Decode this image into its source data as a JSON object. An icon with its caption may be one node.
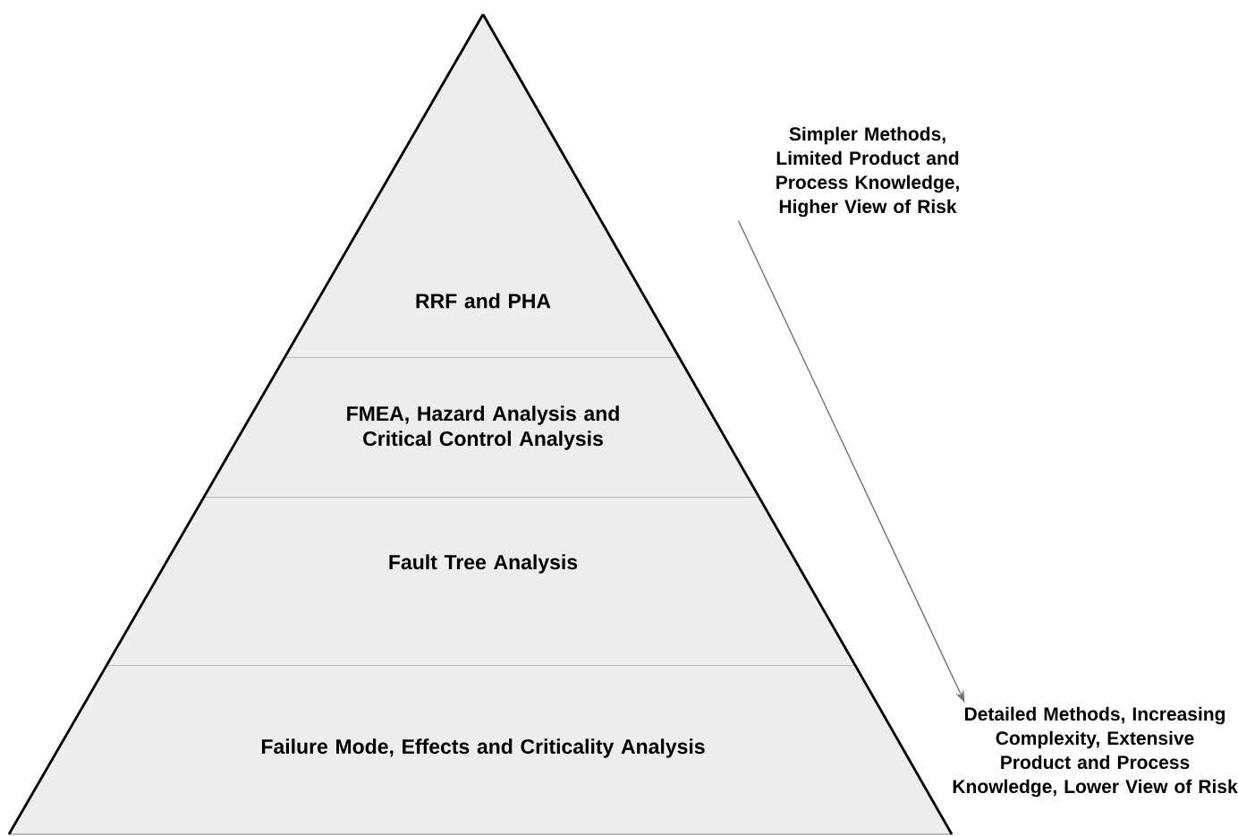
{
  "diagram": {
    "nodes": [
      {
        "text": [
          "RRF and PHA"
        ]
      },
      {
        "text": [
          "FMEA, Hazard Analysis and Critical Control Analysis"
        ]
      },
      {
        "text": [
          "Fault Tree Analysis"
        ]
      },
      {
        "text": [
          "Failure Mode, Effects and Criticality Analysis"
        ]
      },
      {
        "text": [
          "Simpler Methods, Limited Product and Process Knowledge, Higher View of Risk"
        ]
      },
      {
        "text": [
          "Detailed Methods, Increasing Complexity, Extensive Product and Process Knowledge, Lower View of Risk"
        ]
      }
    ],
    "edges": [
      {
        "from": 4,
        "to": 5,
        "arrow": "to"
      }
    ]
  }
}
